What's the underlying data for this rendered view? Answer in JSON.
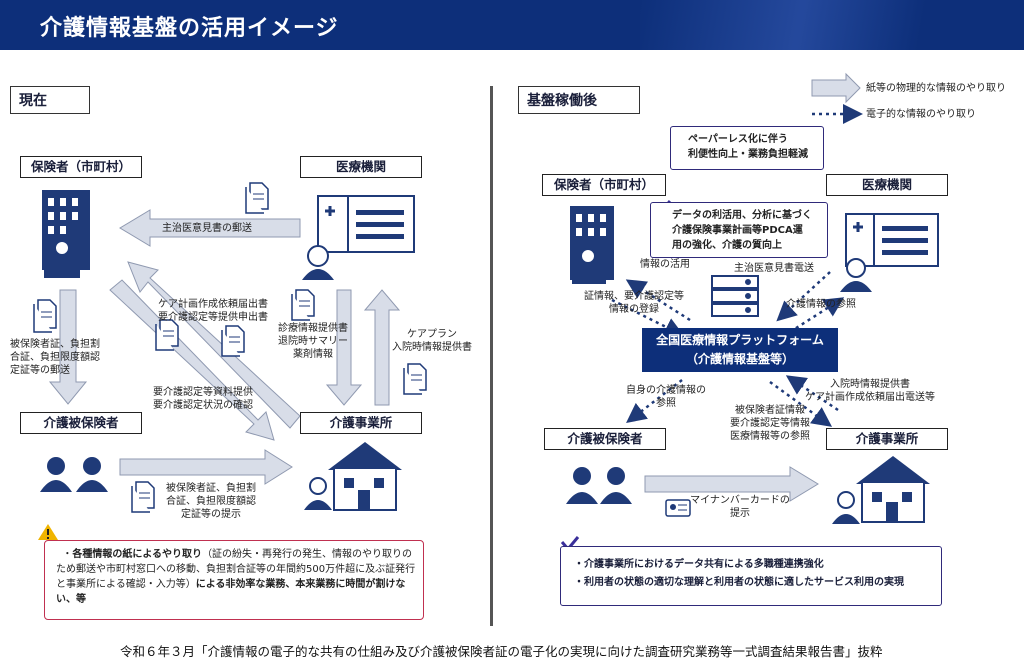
{
  "header": {
    "title": "介護情報基盤の活用イメージ"
  },
  "left": {
    "section_label": "現在",
    "insurer": "保険者（市町村）",
    "medical": "医療機関",
    "insured": "介護被保険者",
    "care_office": "介護事業所",
    "arrow_opinion": "主治医意見書の郵送",
    "arrow_careplan_req": "ケア計画作成依頼届出書\n要介護認定等提供申出書",
    "arrow_insurer_down": "被保険者証、負担割\n合証、負担限度額認\n定証等の郵送",
    "arrow_cert_provide": "要介護認定等資料提供\n要介護認定状況の確認",
    "arrow_medical_down": "診療情報提供書\n退院時サマリー\n薬剤情報",
    "arrow_careplan_up": "ケアプラン\n入院時情報提供書",
    "arrow_present": "被保険者証、負担割\n合証、負担限度額認\n定証等の提示",
    "warning": {
      "bold_lead": "各種情報の紙によるやり取り",
      "body": "（証の紛失・再発行の発生、情報のやり取りのため郵送や市町村窓口への移動、負担割合証等の年間約500万件超に及ぶ証発行と事業所による確認・入力等）",
      "bold_tail": "による非効率な業務、本来業務に時間が割けない、等"
    }
  },
  "right": {
    "section_label": "基盤稼働後",
    "legend_paper": "紙等の物理的な情報のやり取り",
    "legend_electronic": "電子的な情報のやり取り",
    "callout1": "ペーパーレス化に伴う\n利便性向上・業務負担軽減",
    "callout2": "データの利活用、分析に基づく\n介護保険事業計画等PDCA運\n用の強化、介護の質向上",
    "insurer": "保険者（市町村）",
    "medical": "医療機関",
    "insured": "介護被保険者",
    "care_office": "介護事業所",
    "platform": "全国医療情報プラットフォーム\n（介護情報基盤等）",
    "info_use": "情報の活用",
    "opinion_electronic": "主治医意見書電送",
    "registration": "証情報、要介護認定等\n情報の登録",
    "care_ref": "介護情報の参照",
    "self_ref": "自身の介護情報の\n参照",
    "office_ref": "被保険者証情報\n要介護認定等情報\n医療情報等の参照",
    "office_send": "入院時情報提供書\nケア計画作成依頼届出電送等",
    "mynumber": "マイナンバーカードの\n提示",
    "bottom1": "介護事業所におけるデータ共有による多職種連携強化",
    "bottom2": "利用者の状態の適切な理解と利用者の状態に適したサービス利用の実現"
  },
  "footer": "令和６年３月「介護情報の電子的な共有の仕組み及び介護被保険者証の電子化の実現に向けた調査研究業務等一式調査結果報告書」抜粋",
  "colors": {
    "header_bg": "#0d2f7a",
    "icon": "#1f3a78",
    "arrow_fill": "#d8dde8",
    "dotted": "#1f3a78",
    "accent_purple": "#2f2a7a",
    "warning_red": "#c03050"
  }
}
